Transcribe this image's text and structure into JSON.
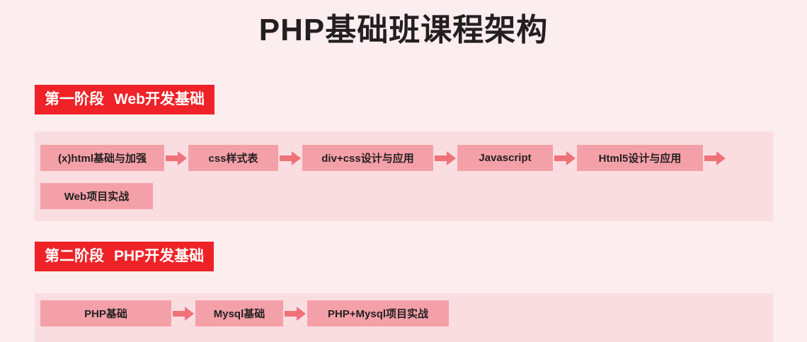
{
  "title": "PHP基础班课程架构",
  "colors": {
    "page_background": "#fcedef",
    "panel_background": "#fadde1",
    "box_background": "#f4a0a8",
    "banner_background": "#ee2227",
    "arrow": "#ef7279",
    "text": "#231f20",
    "banner_text": "#ffffff"
  },
  "stages": [
    {
      "banner": {
        "stage_label": "第一阶段",
        "stage_title": "Web开发基础"
      },
      "rows": [
        {
          "items": [
            {
              "label": "(x)html基础与加强",
              "arrow_after": true
            },
            {
              "label": "css样式表",
              "arrow_after": true
            },
            {
              "label": "div+css设计与应用",
              "arrow_after": true
            },
            {
              "label": "Javascript",
              "arrow_after": true
            },
            {
              "label": "Html5设计与应用",
              "arrow_after": true
            }
          ]
        },
        {
          "items": [
            {
              "label": "Web项目实战",
              "arrow_after": false
            }
          ]
        }
      ]
    },
    {
      "banner": {
        "stage_label": "第二阶段",
        "stage_title": "PHP开发基础"
      },
      "rows": [
        {
          "items": [
            {
              "label": "PHP基础",
              "arrow_after": true
            },
            {
              "label": "Mysql基础",
              "arrow_after": true
            },
            {
              "label": "PHP+Mysql项目实战",
              "arrow_after": false
            }
          ]
        }
      ]
    }
  ]
}
